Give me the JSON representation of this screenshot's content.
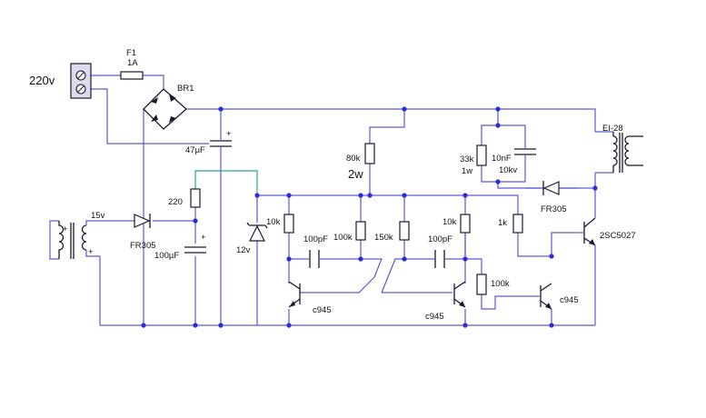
{
  "labels": {
    "mains": "220v",
    "fuse_name": "F1",
    "fuse_rating": "1A",
    "bridge": "BR1",
    "cap_bulk": "47µF",
    "res_80k": "80k",
    "watt_2w": "2w",
    "res_33k": "33k",
    "watt_1w": "1w",
    "cap_10nf": "10nF",
    "volt_10kv": "10kv",
    "transformer_out": "EI-28",
    "diode_fr305_top": "FR305",
    "res_220": "220",
    "secondary_15v": "15v",
    "diode_fr305_left": "FR305",
    "cap_100uf": "100µF",
    "zener_12v": "12v",
    "res_10k_a": "10k",
    "cap_100pf_a": "100pF",
    "res_100k_a": "100k",
    "res_150k": "150k",
    "cap_100pf_b": "100pF",
    "res_10k_b": "10k",
    "res_1k": "1k",
    "res_100k_b": "100k",
    "transistor_2sc5027": "2SC5027",
    "transistor_c945_a": "c945",
    "transistor_c945_b": "c945",
    "transistor_c945_c": "c945",
    "plus": "+"
  }
}
